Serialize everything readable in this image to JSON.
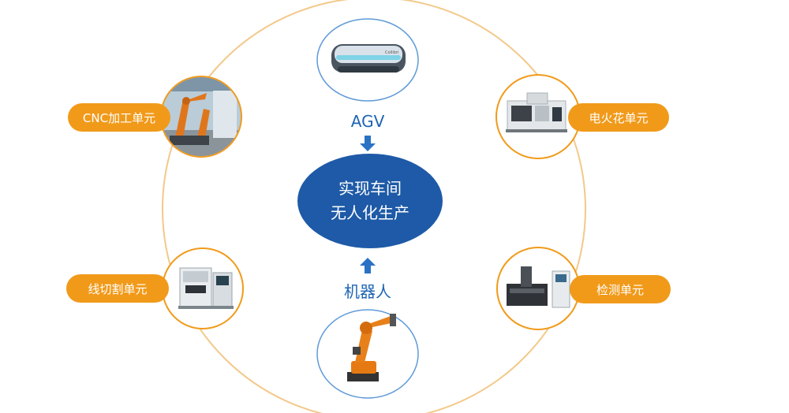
{
  "center": {
    "line1": "实现车间",
    "line2": "无人化生产"
  },
  "top_node": {
    "label": "AGV",
    "device_brand": "Collibri",
    "icon": "agv-vehicle-icon"
  },
  "bottom_node": {
    "label": "机器人",
    "icon": "industrial-robot-arm-icon"
  },
  "left_units": [
    {
      "label": "CNC加工单元",
      "icon": "robot-cell-photo-icon"
    },
    {
      "label": "线切割单元",
      "icon": "wire-cut-machine-icon"
    }
  ],
  "right_units": [
    {
      "label": "电火花单元",
      "icon": "edm-machine-icon"
    },
    {
      "label": "检测单元",
      "icon": "inspection-machine-icon"
    }
  ],
  "colors": {
    "orange": "#f19a1a",
    "blue": "#1e5aa7",
    "arrow_blue": "#2b72c4",
    "ring": "#f3c98a",
    "circle_border": "#5f9ad8"
  }
}
